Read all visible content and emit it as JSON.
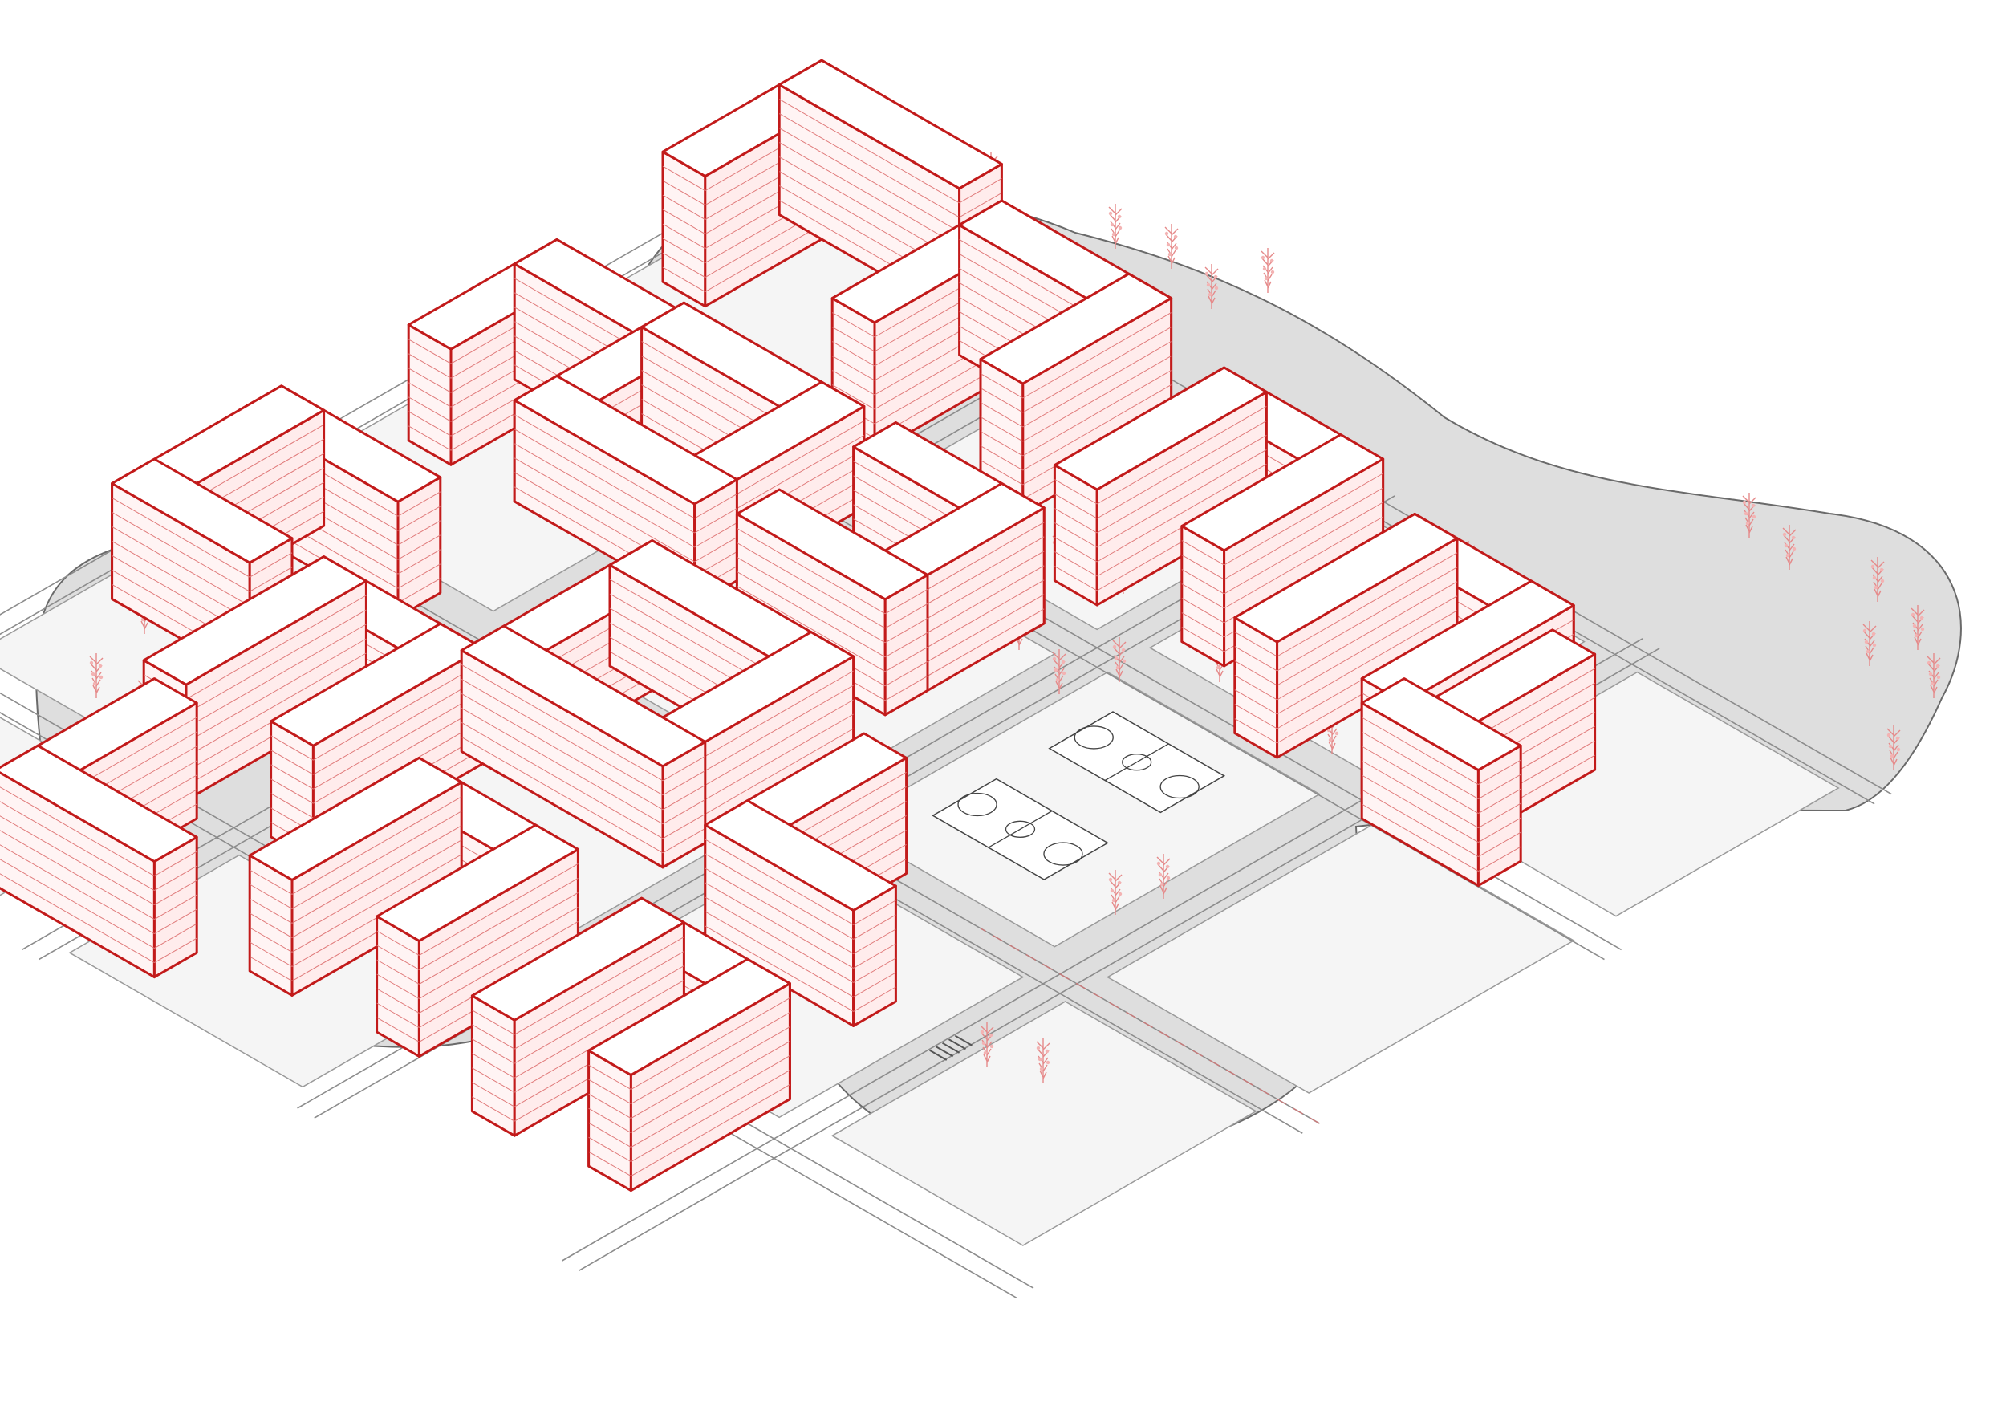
{
  "diagram": {
    "kind": "isometric urban block massing",
    "colors": {
      "building_outline": "#c21a1a",
      "floor_lines": "#e07a7a",
      "ground": "#dedede",
      "block_fill": "#f5f5f5",
      "trees": "#e58a8a"
    },
    "buildings": [
      {
        "id": "b01",
        "shape": "L",
        "floors": 9
      },
      {
        "id": "b02",
        "shape": "U",
        "floors": 9
      },
      {
        "id": "b03",
        "shape": "U",
        "floors": 8
      },
      {
        "id": "b04",
        "shape": "U",
        "floors": 8
      },
      {
        "id": "b05",
        "shape": "L",
        "floors": 8
      },
      {
        "id": "b06",
        "shape": "L",
        "floors": 8
      },
      {
        "id": "b07",
        "shape": "courtyard",
        "floors": 7
      },
      {
        "id": "b08",
        "shape": "U",
        "floors": 8
      },
      {
        "id": "b09",
        "shape": "courtyard",
        "floors": 7
      },
      {
        "id": "b10",
        "shape": "L",
        "floors": 8
      },
      {
        "id": "b11",
        "shape": "U",
        "floors": 8
      },
      {
        "id": "b12",
        "shape": "U",
        "floors": 8
      },
      {
        "id": "b13",
        "shape": "U",
        "floors": 8
      },
      {
        "id": "b14",
        "shape": "U",
        "floors": 8
      },
      {
        "id": "b15",
        "shape": "L",
        "floors": 8
      }
    ],
    "courts": 2,
    "tree_icon": "tree-icon"
  }
}
